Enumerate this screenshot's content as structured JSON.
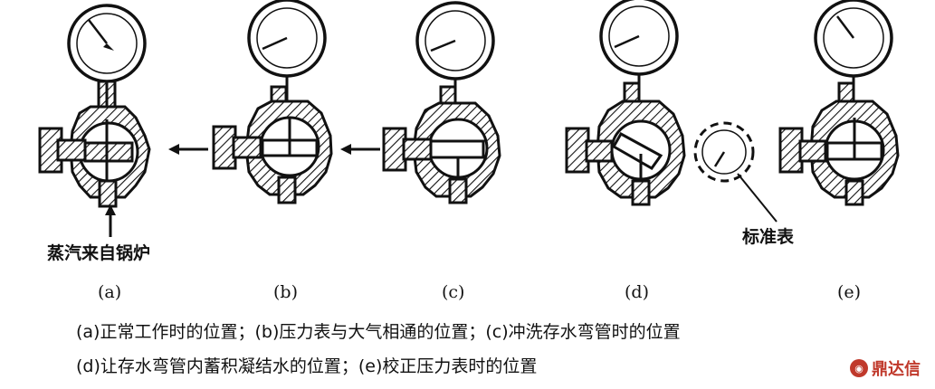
{
  "panels": [
    {
      "id": "a",
      "label": "(a)"
    },
    {
      "id": "b",
      "label": "(b)"
    },
    {
      "id": "c",
      "label": "(c)"
    },
    {
      "id": "d",
      "label": "(d)"
    },
    {
      "id": "e",
      "label": "(e)"
    }
  ],
  "callouts": {
    "boiler_steam": "蒸汽来自锅炉",
    "standard_gauge": "标准表"
  },
  "caption": {
    "line1": "(a)正常工作时的位置；(b)压力表与大气相通的位置；(c)冲洗存水弯管时的位置",
    "line2": "(d)让存水弯管内蓄积凝结水的位置；(e)校正压力表时的位置"
  },
  "watermark": {
    "icon": "ding-logo-icon",
    "text": "鼎达信"
  }
}
